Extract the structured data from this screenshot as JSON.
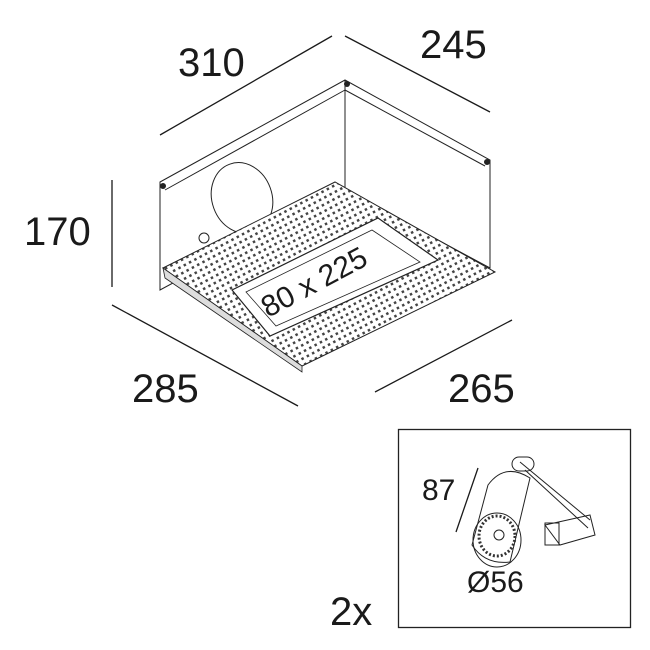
{
  "dimensions": {
    "width_top": "310",
    "depth_top": "245",
    "height": "170",
    "width_bottom": "285",
    "depth_bottom": "265",
    "cutout": "80 x 225"
  },
  "inset": {
    "length": "87",
    "diameter": "Ø56",
    "quantity": "2x"
  }
}
